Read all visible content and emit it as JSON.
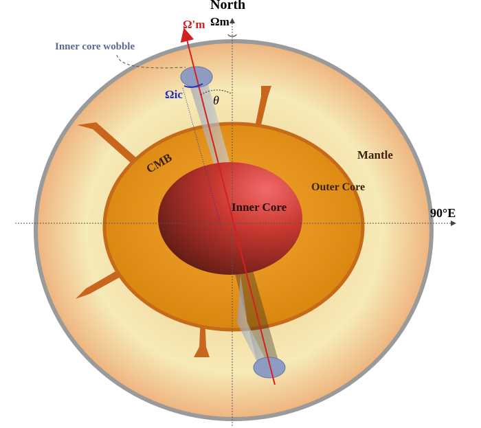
{
  "labels": {
    "north": "North",
    "omega_m": "Ωm",
    "omega_m_prime": "Ω'm",
    "inner_core_wobble": "Inner core wobble",
    "omega_ic": "Ωic",
    "theta": "θ",
    "cmb": "CMB",
    "mantle": "Mantle",
    "outer_core": "Outer Core",
    "inner_core": "Inner Core",
    "east": "90°E"
  },
  "colors": {
    "mantle": "#f2c48e",
    "outer_core": "#e08a1a",
    "inner_core": "#c0302c",
    "tilted_axis": "#d42020",
    "omega_ic": "#2030c0",
    "wobble_label": "#5a6a98"
  }
}
